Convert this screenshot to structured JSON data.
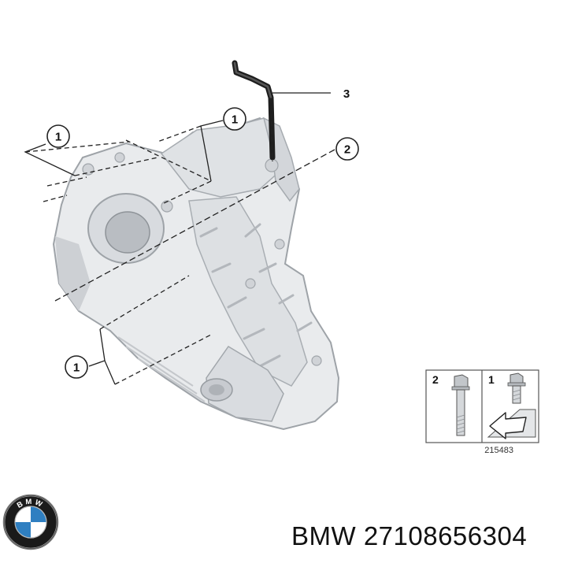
{
  "callouts": {
    "c1_top_left": "1",
    "c1_top_center": "1",
    "c1_bottom_left": "1",
    "c2_right": "2",
    "c3_top_right": "3"
  },
  "legend": {
    "item_2_label": "2",
    "item_1_label": "1",
    "reference_number": "215483"
  },
  "brand": {
    "logo_icon": "bmw-roundel-icon",
    "logo_letters": "BMW",
    "caption": "BMW 27108656304"
  },
  "colors": {
    "housing_fill": "#e9ebed",
    "housing_shade": "#c9ccd0",
    "housing_outline": "#9ea3a8",
    "line": "#222222",
    "logo_blue": "#2f7fc1"
  }
}
